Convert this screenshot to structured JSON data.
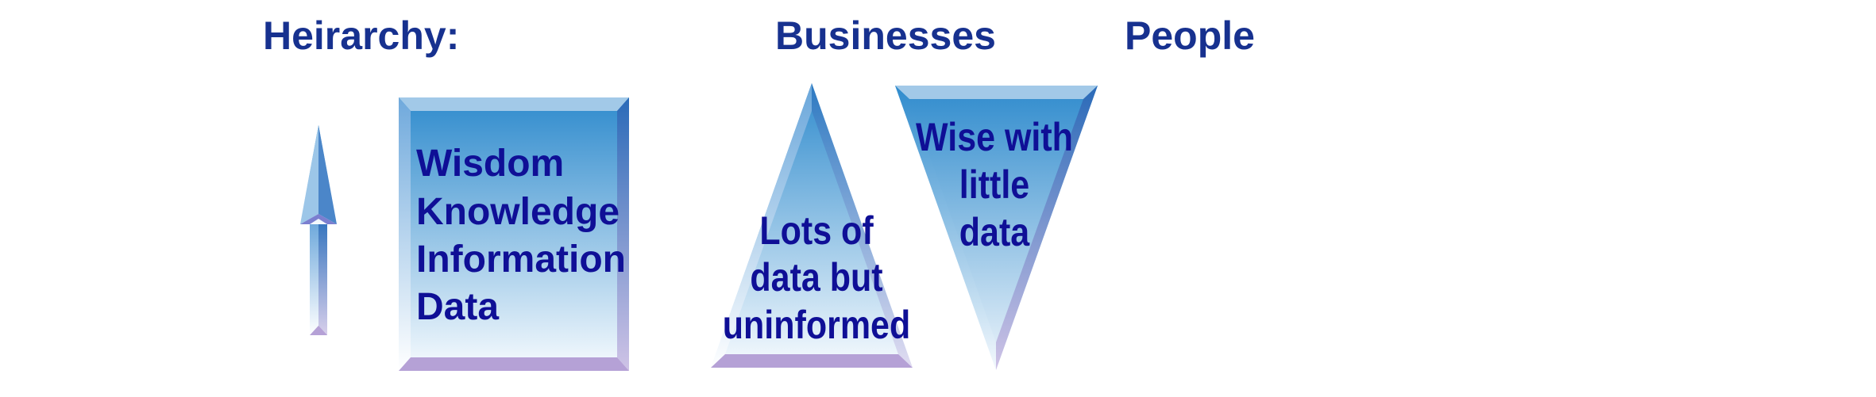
{
  "titles": {
    "hierarchy": "Heirarchy:",
    "businesses": "Businesses",
    "people": "People"
  },
  "hierarchy_box": {
    "lines": [
      "Wisdom",
      "Knowledge",
      "Information",
      "Data"
    ]
  },
  "businesses_triangle": {
    "lines": [
      "Lots of",
      "data but",
      "uninformed"
    ]
  },
  "people_triangle": {
    "lines": [
      "Wise with",
      "little",
      "data"
    ]
  },
  "colors": {
    "title": "#17318f",
    "body_text": "#0f0f96",
    "fill_top": "#2f8bcd",
    "fill_bottom": "#f7fbfe",
    "bevel_light": "#a2c9e8",
    "bevel_purple": "#b5a1d6"
  }
}
